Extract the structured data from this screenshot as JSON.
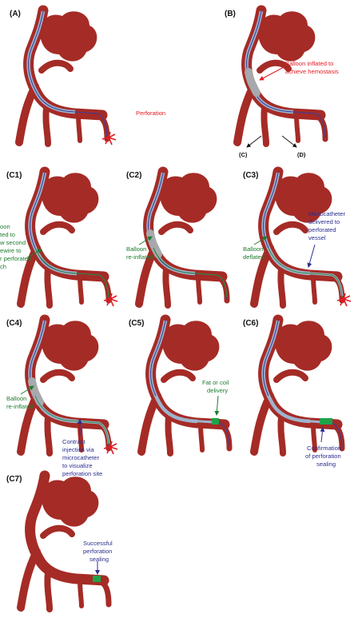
{
  "colors": {
    "vessel": "#a52b26",
    "catheter": "#9fb3cd",
    "wire": "#3b3f9a",
    "balloon": "#a7a9ad",
    "microcatheter": "#2f8a3c",
    "bleed": "#e31b23",
    "sealing": "#1fa34a"
  },
  "panels": {
    "A": {
      "label": "(A)",
      "notes": [
        "Perforation"
      ]
    },
    "B": {
      "label": "(B)",
      "notes": [
        "Balloon inflated to",
        "achieve hemostasis"
      ],
      "refs": [
        "(C)",
        "(D)"
      ]
    },
    "C1": {
      "label": "(C1)",
      "notes": [
        "oon",
        "ted to",
        "w second",
        "ewire to",
        "r perforated",
        "ch"
      ]
    },
    "C2": {
      "label": "(C2)",
      "notes": [
        "Balloon",
        "re-inflated"
      ]
    },
    "C3": {
      "label": "(C3)",
      "notes": [
        "Microcatheter",
        "delivered to",
        "perforated",
        "vessel"
      ],
      "notes2": [
        "Balloon",
        "deflated"
      ]
    },
    "C4": {
      "label": "(C4)",
      "notes": [
        "Balloon",
        "re-inflated"
      ],
      "notes2": [
        "Contrast",
        "injection via",
        "microcatheter",
        "to visualize",
        "perforation site"
      ]
    },
    "C5": {
      "label": "(C5)",
      "notes": [
        "Fat or coil",
        "delivery"
      ]
    },
    "C6": {
      "label": "(C6)",
      "notes": [
        "Confirmation",
        "of perforation",
        "sealing"
      ]
    },
    "C7": {
      "label": "(C7)",
      "notes": [
        "Successful",
        "perforation",
        "sealing"
      ]
    }
  }
}
